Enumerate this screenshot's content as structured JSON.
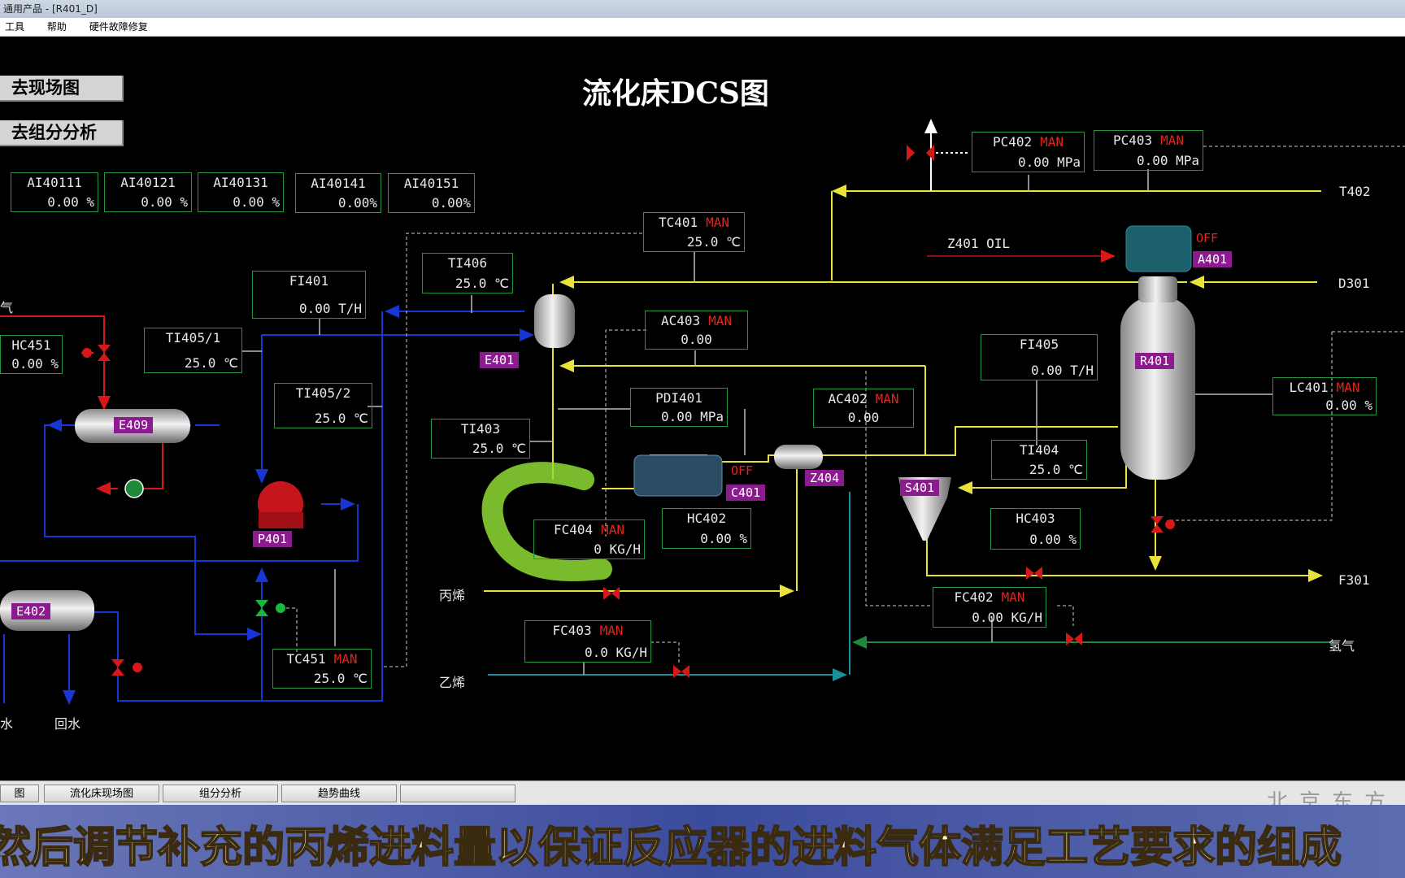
{
  "window": {
    "title": "通用产品 - [R401_D]"
  },
  "menu": [
    "工具",
    "帮助",
    "硬件故障修复"
  ],
  "nav": {
    "goto_field": "去现场图",
    "goto_component": "去组分分析"
  },
  "page_title": "流化床DCS图",
  "analyzers": [
    {
      "tag": "AI40111",
      "value": "0.00 %"
    },
    {
      "tag": "AI40121",
      "value": "0.00 %"
    },
    {
      "tag": "AI40131",
      "value": "0.00 %"
    },
    {
      "tag": "AI40141",
      "value": "0.00%"
    },
    {
      "tag": "AI40151",
      "value": "0.00%"
    }
  ],
  "instruments": {
    "PC402": {
      "tag": "PC402",
      "mode": "MAN",
      "value": "0.00 MPa"
    },
    "PC403": {
      "tag": "PC403",
      "mode": "MAN",
      "value": "0.00 MPa"
    },
    "TC401": {
      "tag": "TC401",
      "mode": "MAN",
      "value": "25.0 ℃"
    },
    "TI406": {
      "tag": "TI406",
      "value": "25.0 ℃"
    },
    "FI401": {
      "tag": "FI401",
      "value": "0.00 T/H"
    },
    "HC451": {
      "tag": "HC451",
      "value": "0.00 %"
    },
    "TI4051": {
      "tag": "TI405/1",
      "value": "25.0 ℃"
    },
    "TI4052": {
      "tag": "TI405/2",
      "value": "25.0 ℃"
    },
    "AC403": {
      "tag": "AC403",
      "mode": "MAN",
      "value": "0.00"
    },
    "PDI401": {
      "tag": "PDI401",
      "value": "0.00 MPa"
    },
    "AC402": {
      "tag": "AC402",
      "mode": "MAN",
      "value": "0.00"
    },
    "FI405": {
      "tag": "FI405",
      "value": "0.00 T/H"
    },
    "LC401": {
      "tag": "LC401",
      "mode": "MAN",
      "value": "0.00 %"
    },
    "TI403": {
      "tag": "TI403",
      "value": "25.0 ℃"
    },
    "TI404": {
      "tag": "TI404",
      "value": "25.0 ℃"
    },
    "HC402": {
      "tag": "HC402",
      "value": "0.00 %"
    },
    "FC404": {
      "tag": "FC404",
      "mode": "MAN",
      "value": "0 KG/H"
    },
    "HC403": {
      "tag": "HC403",
      "value": "0.00 %"
    },
    "FC402": {
      "tag": "FC402",
      "mode": "MAN",
      "value": "0.00 KG/H"
    },
    "FC403": {
      "tag": "FC403",
      "mode": "MAN",
      "value": "0.0 KG/H"
    },
    "TC451": {
      "tag": "TC451",
      "mode": "MAN",
      "value": "25.0 ℃"
    }
  },
  "equipment": {
    "E401": "E401",
    "E409": "E409",
    "P401": "P401",
    "E402": "E402",
    "C401": "C401",
    "Z404": "Z404",
    "S401": "S401",
    "R401": "R401",
    "A401": "A401"
  },
  "status": {
    "c401": "OFF",
    "a401": "OFF"
  },
  "streams": {
    "t402": "T402",
    "d301": "D301",
    "f301": "F301",
    "z401": "Z401 OIL",
    "propylene": "丙烯",
    "ethylene": "乙烯",
    "hydrogen": "氢气",
    "return_water": "回水",
    "water": "水",
    "gas": "气"
  },
  "tabs": [
    "图",
    "流化床现场图",
    "组分分析",
    "趋势曲线",
    ""
  ],
  "brand": "北京东方",
  "subtitle": "然后调节补充的丙烯进料量以保证反应器的进料气体满足工艺要求的组成",
  "colors": {
    "instrument_border": "#1f9a3f",
    "equipment_tag": "#8c1b8f",
    "manual": "#e0251b",
    "pipe_yellow": "#e8e23a",
    "pipe_blue": "#1836d6",
    "pipe_red": "#d61818",
    "pipe_green": "#1c8a3a",
    "pipe_teal": "#1a8f9a"
  }
}
